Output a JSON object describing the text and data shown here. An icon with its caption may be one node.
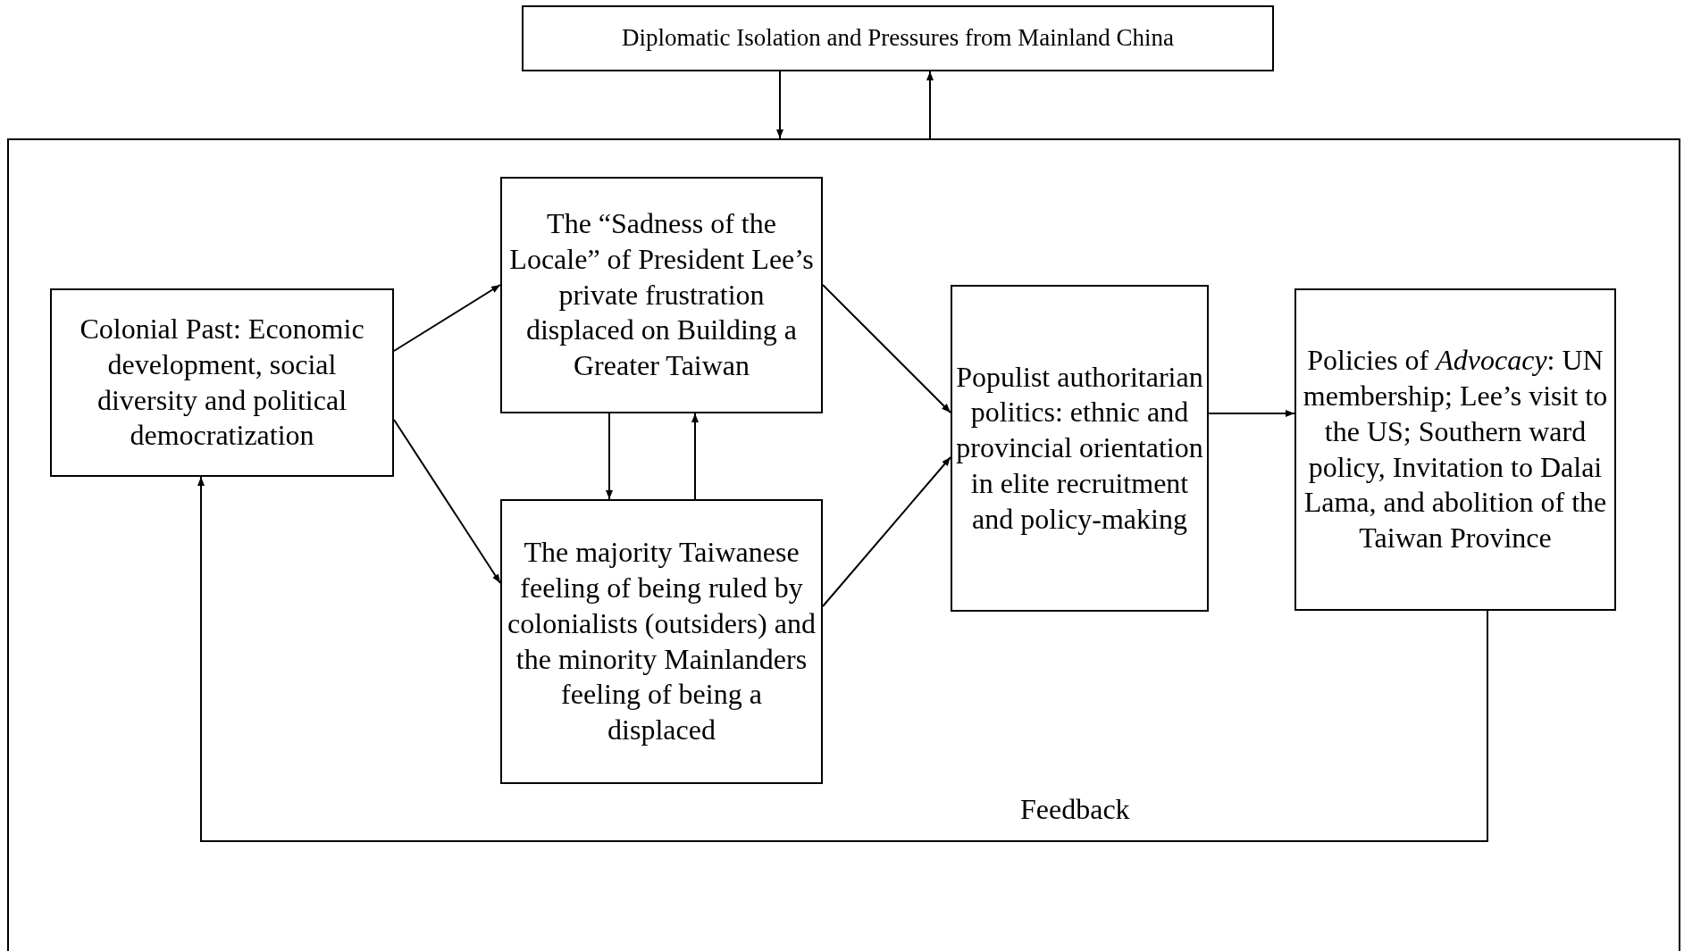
{
  "diagram": {
    "nodes": [
      {
        "text": [
          "Diplomatic Isolation and Pressures from Mainland China"
        ]
      },
      {
        "text": [],
        "shape": "box"
      },
      {
        "text": [
          "Colonial Past: Economic development, social diversity and political democratization"
        ],
        "in": 1
      },
      {
        "text": [
          "The “Sadness of the Locale” of President Lee’s private frustration displaced on Building a Greater Taiwan"
        ],
        "in": 1
      },
      {
        "text": [
          "The majority Taiwanese feeling of being ruled by colonialists (outsiders) and the minority Mainlanders feeling of being a displaced"
        ],
        "in": 1
      },
      {
        "text": [
          "Populist authoritarian politics: ethnic and provincial orientation in elite recruitment and policy-making"
        ],
        "in": 1
      },
      {
        "text": [
          "Policies of *Advocacy*: UN membership; Lee’s visit to the US; Southern ward policy, Invitation to Dalai Lama, and abolition of the Taiwan Province"
        ],
        "in": 1
      }
    ],
    "edges": [
      {
        "from": 0,
        "to": 1,
        "arrow": "to"
      },
      {
        "from": 1,
        "to": 0,
        "arrow": "to"
      },
      {
        "from": 2,
        "to": 3,
        "arrow": "to"
      },
      {
        "from": 2,
        "to": 4,
        "arrow": "to"
      },
      {
        "from": 3,
        "to": 4,
        "arrow": "to"
      },
      {
        "from": 4,
        "to": 3,
        "arrow": "to"
      },
      {
        "from": 3,
        "to": 5,
        "arrow": "to"
      },
      {
        "from": 4,
        "to": 5,
        "arrow": "to"
      },
      {
        "from": 5,
        "to": 6,
        "arrow": "to"
      },
      {
        "from": 6,
        "to": 2,
        "arrow": "to",
        "label": "Feedback"
      }
    ]
  }
}
